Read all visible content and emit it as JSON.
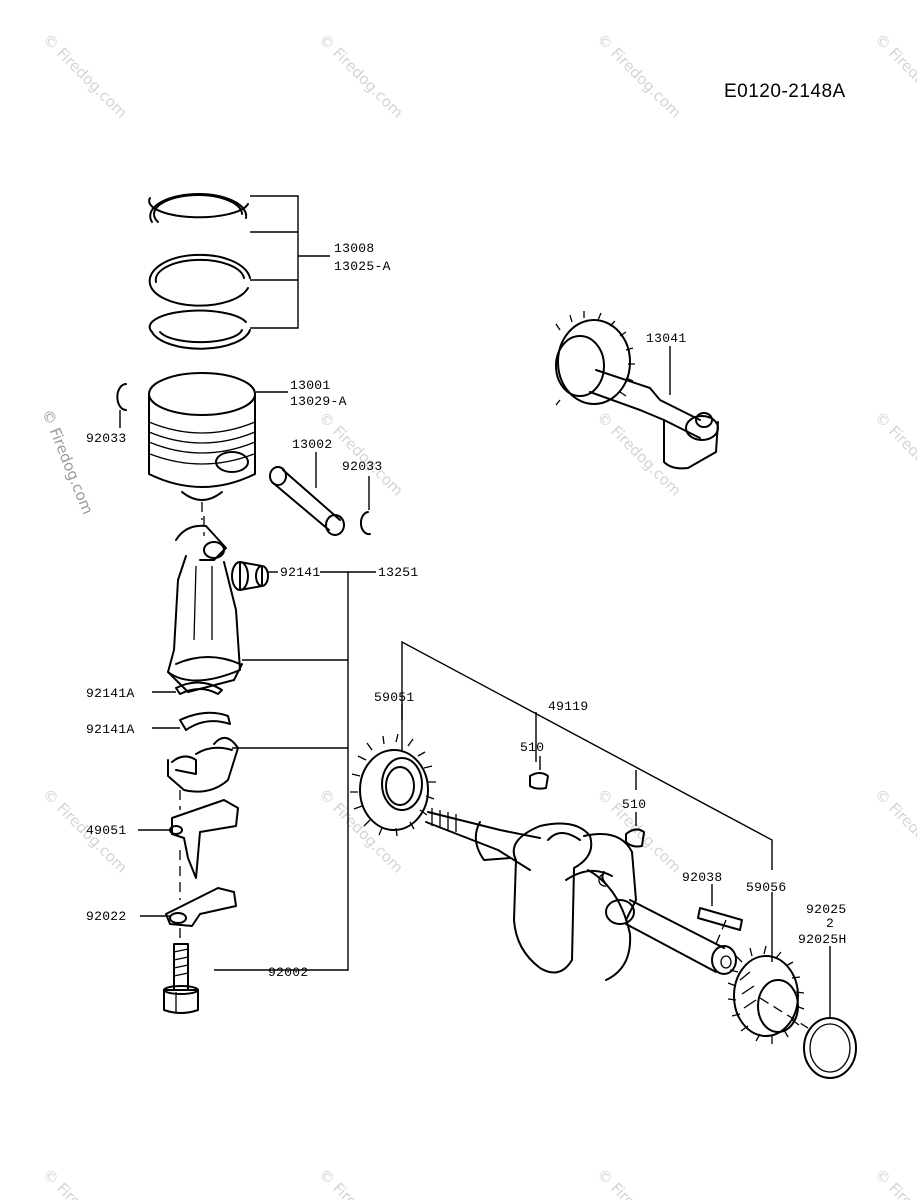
{
  "diagram_code": "E0120-2148A",
  "watermark": "© Firedog.com",
  "labels": {
    "rings": "13008",
    "rings_alt": "13025-A",
    "piston": "13001",
    "piston_alt": "13029-A",
    "circlip_left": "92033",
    "pin": "13002",
    "circlip_right": "92033",
    "camshaft": "13041",
    "bushing": "92141",
    "conrod": "13251",
    "bearing_upper": "92141A",
    "bearing_lower": "92141A",
    "balancer": "49051",
    "washer": "92022",
    "bolt": "92002",
    "gear_left": "59051",
    "crank_assy": "49119",
    "key_1": "510",
    "key_2": "510",
    "key_3": "92038",
    "gear_right": "59056",
    "oring": "92025",
    "oring_sep": "2",
    "oring_alt": "92025H"
  }
}
